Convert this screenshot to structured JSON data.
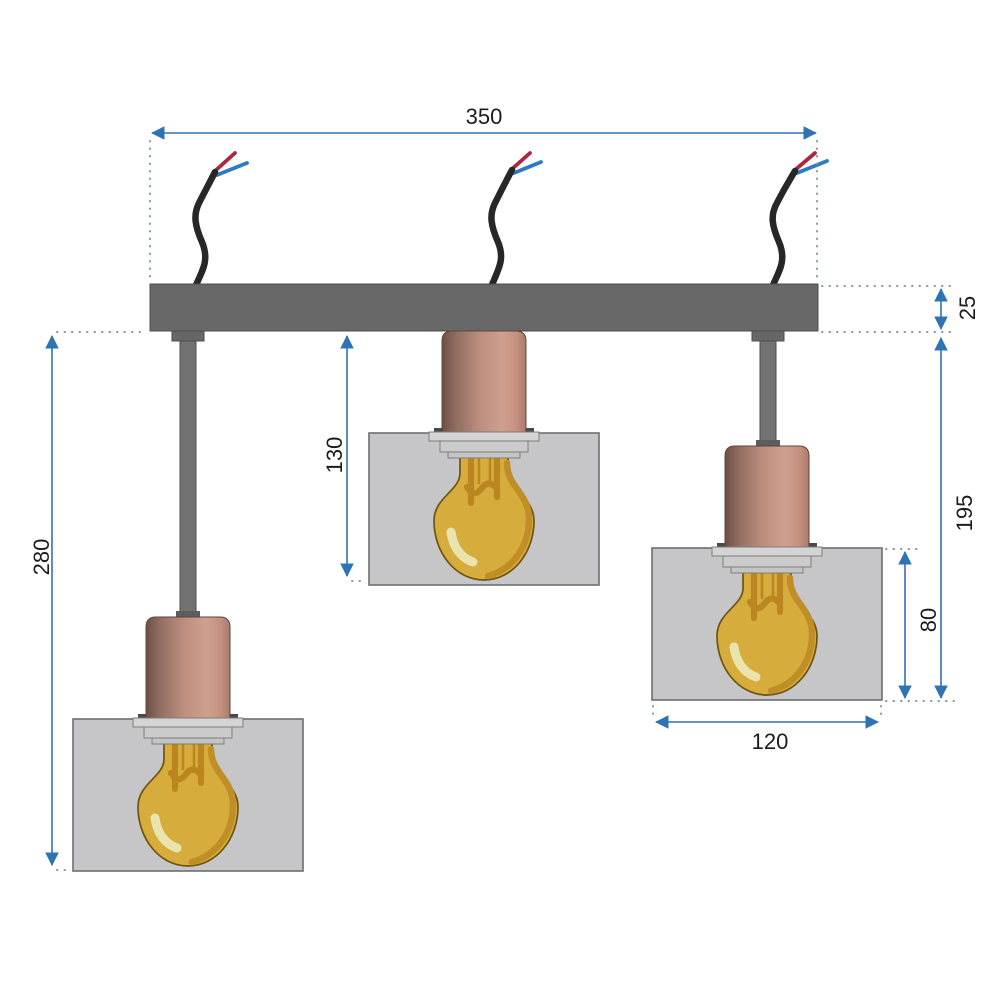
{
  "document": {
    "kind": "technical dimension drawing",
    "subject": "three-light ceiling pendant lamp with glass shades and filament bulbs",
    "background": "#ffffff"
  },
  "dims": {
    "total_width": {
      "value": "350",
      "orientation": "horizontal",
      "location": "top, across mounting bar"
    },
    "bar_thickness": {
      "value": "25",
      "orientation": "vertical",
      "location": "right of mounting bar"
    },
    "drop_center": {
      "value": "130",
      "orientation": "vertical",
      "location": "bar bottom to center shade bottom"
    },
    "drop_right": {
      "value": "195",
      "orientation": "vertical",
      "location": "bar bottom to right shade bottom"
    },
    "drop_left": {
      "value": "280",
      "orientation": "vertical",
      "location": "bar bottom to left shade bottom"
    },
    "shade_height": {
      "value": "80",
      "orientation": "vertical",
      "location": "right shade height"
    },
    "shade_width": {
      "value": "120",
      "orientation": "horizontal",
      "location": "below right shade"
    }
  },
  "colors": {
    "dimension_line": "#2e74b5",
    "extension_dots": "#7d95a9",
    "label_text": "#1c1c1c",
    "mounting_bar": "#686868",
    "rod": "#727272",
    "shade": "#c6c6c8",
    "socket_copper": "#c3907f",
    "bulb_glass": "#d6ad3c",
    "bulb_detail": "#bb861f",
    "bulb_highlight": "#ebe3ae",
    "wire_black": "#272727",
    "wire_red": "#ab2742",
    "wire_blue": "#2d7cc1"
  }
}
